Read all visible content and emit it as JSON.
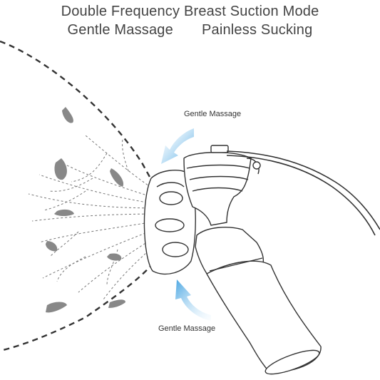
{
  "headline": {
    "line1": "Double Frequency Breast Suction Mode",
    "line2_left": "Gentle Massage",
    "line2_right": "Painless Sucking"
  },
  "callouts": {
    "top_label": "Gentle Massage",
    "bottom_label": "Gentle Massage"
  },
  "colors": {
    "text": "#444444",
    "line": "#333333",
    "arrow": "#5aaee6",
    "duct": "#777777"
  },
  "icons": {
    "arrow_top": "curved-arrow-icon",
    "arrow_bottom": "curved-arrow-icon"
  }
}
